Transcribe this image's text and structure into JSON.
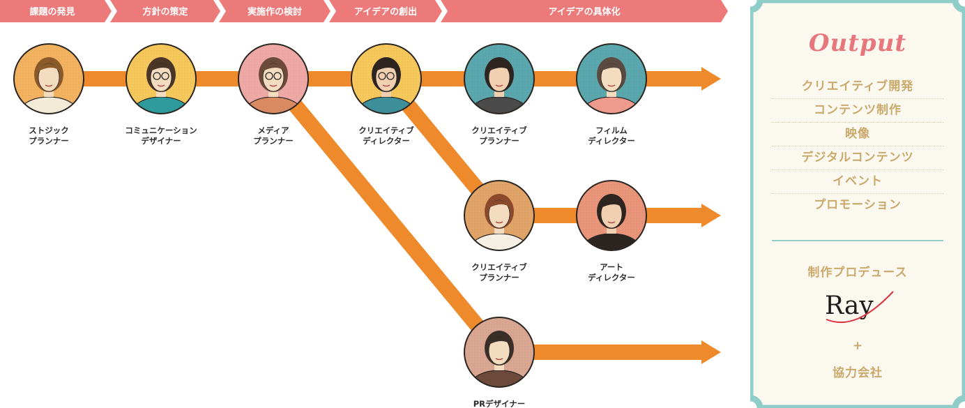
{
  "colors": {
    "banner": "#ec7a7a",
    "line": "#ef8a2c",
    "panel_border": "#8fcdc8",
    "panel_bg": "#fbf8ef",
    "gold": "#c9a96c",
    "accent": "#e6777d"
  },
  "stages": [
    "課題の発見",
    "方針の策定",
    "実施作の検討",
    "アイデアの創出",
    "アイデアの具体化"
  ],
  "roles": [
    {
      "lines": [
        "ストジック",
        "プランナー"
      ],
      "bg": "#f2b25f",
      "hair": "#8a5a2b",
      "skin": "#f4dcc0",
      "shirt": "#f3ead8",
      "glasses": false
    },
    {
      "lines": [
        "コミュニケーション",
        "デザイナー"
      ],
      "bg": "#f6c85c",
      "hair": "#4a3526",
      "skin": "#f4dcc0",
      "shirt": "#2e9a9c",
      "glasses": true
    },
    {
      "lines": [
        "メディア",
        "プランナー"
      ],
      "bg": "#eea9a6",
      "hair": "#6b4a3a",
      "skin": "#f4dcc0",
      "shirt": "#d98a63",
      "glasses": true
    },
    {
      "lines": [
        "クリエイティブ",
        "ディレクター"
      ],
      "bg": "#f6c85c",
      "hair": "#2e2420",
      "skin": "#f0d0b0",
      "shirt": "#3d8f99",
      "glasses": true
    },
    {
      "lines": [
        "クリエイティブ",
        "プランナー"
      ],
      "bg": "#5aa7ad",
      "hair": "#2e2420",
      "skin": "#f0d0b0",
      "shirt": "#4a4a4a",
      "glasses": false
    },
    {
      "lines": [
        "フィルム",
        "ディレクター"
      ],
      "bg": "#5aa7ad",
      "hair": "#5a4a40",
      "skin": "#f4dcc0",
      "shirt": "#ee9a8c",
      "glasses": false
    },
    {
      "lines": [
        "クリエイティブ",
        "プランナー"
      ],
      "bg": "#e0a468",
      "hair": "#8a4a2b",
      "skin": "#f4dcc0",
      "shirt": "#f5efe4",
      "glasses": false
    },
    {
      "lines": [
        "アート",
        "ディレクター"
      ],
      "bg": "#e8957a",
      "hair": "#2e2420",
      "skin": "#f0d0b0",
      "shirt": "#2b2522",
      "glasses": false
    },
    {
      "lines": [
        "PRデザイナー"
      ],
      "bg": "#d9a691",
      "hair": "#3a2e28",
      "skin": "#f4dcc0",
      "shirt": "#6b4a3a",
      "glasses": false
    }
  ],
  "panel": {
    "output_title": "Output",
    "outputs": [
      "クリエイティブ開発",
      "コンテンツ制作",
      "映像",
      "デジタルコンテンツ",
      "イベント",
      "プロモーション"
    ],
    "produce_label": "制作プロデュース",
    "logo_text": "Ray",
    "plus": "+",
    "partner_label": "協力会社"
  }
}
